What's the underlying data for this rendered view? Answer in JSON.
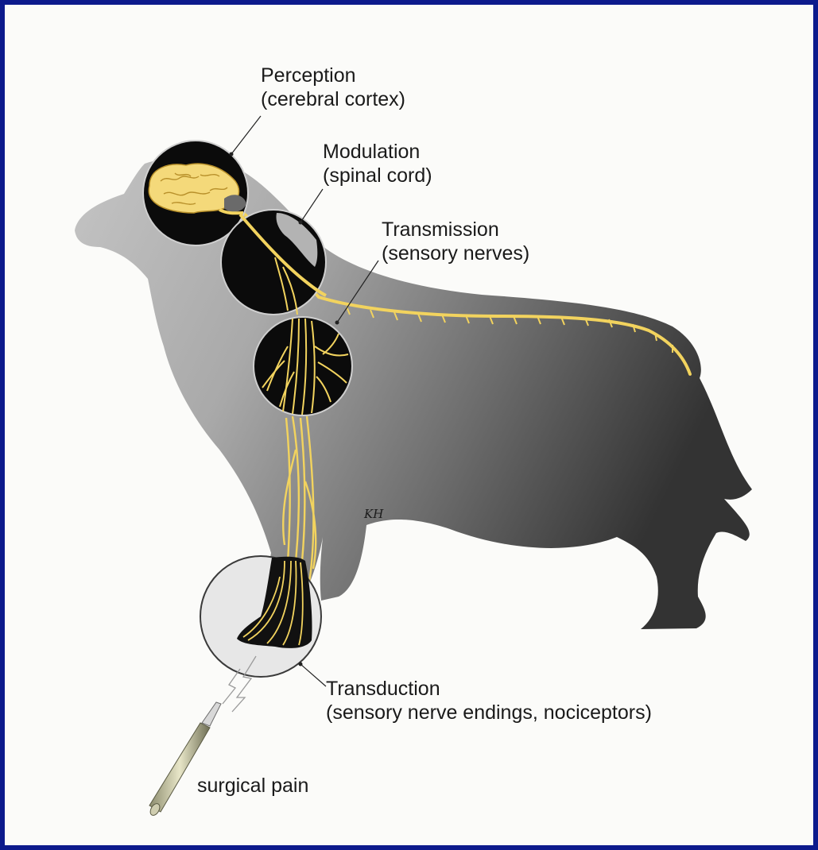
{
  "diagram": {
    "stages": [
      {
        "name": "Perception",
        "detail": "(cerebral cortex)"
      },
      {
        "name": "Modulation",
        "detail": "(spinal cord)"
      },
      {
        "name": "Transmission",
        "detail": "(sensory nerves)"
      },
      {
        "name": "Transduction",
        "detail": "(sensory nerve endings, nociceptors)"
      }
    ],
    "stimulus_label": "surgical pain",
    "artist_signature": "KH"
  },
  "colors": {
    "frame_border": "#0c1a8c",
    "dog_light": "#b9b9b9",
    "dog_dark": "#3e3e3e",
    "nerve": "#f2d35e",
    "brain": "#f4d97a",
    "inset_circle": "#0b0b0b",
    "text": "#1a1a1a"
  }
}
